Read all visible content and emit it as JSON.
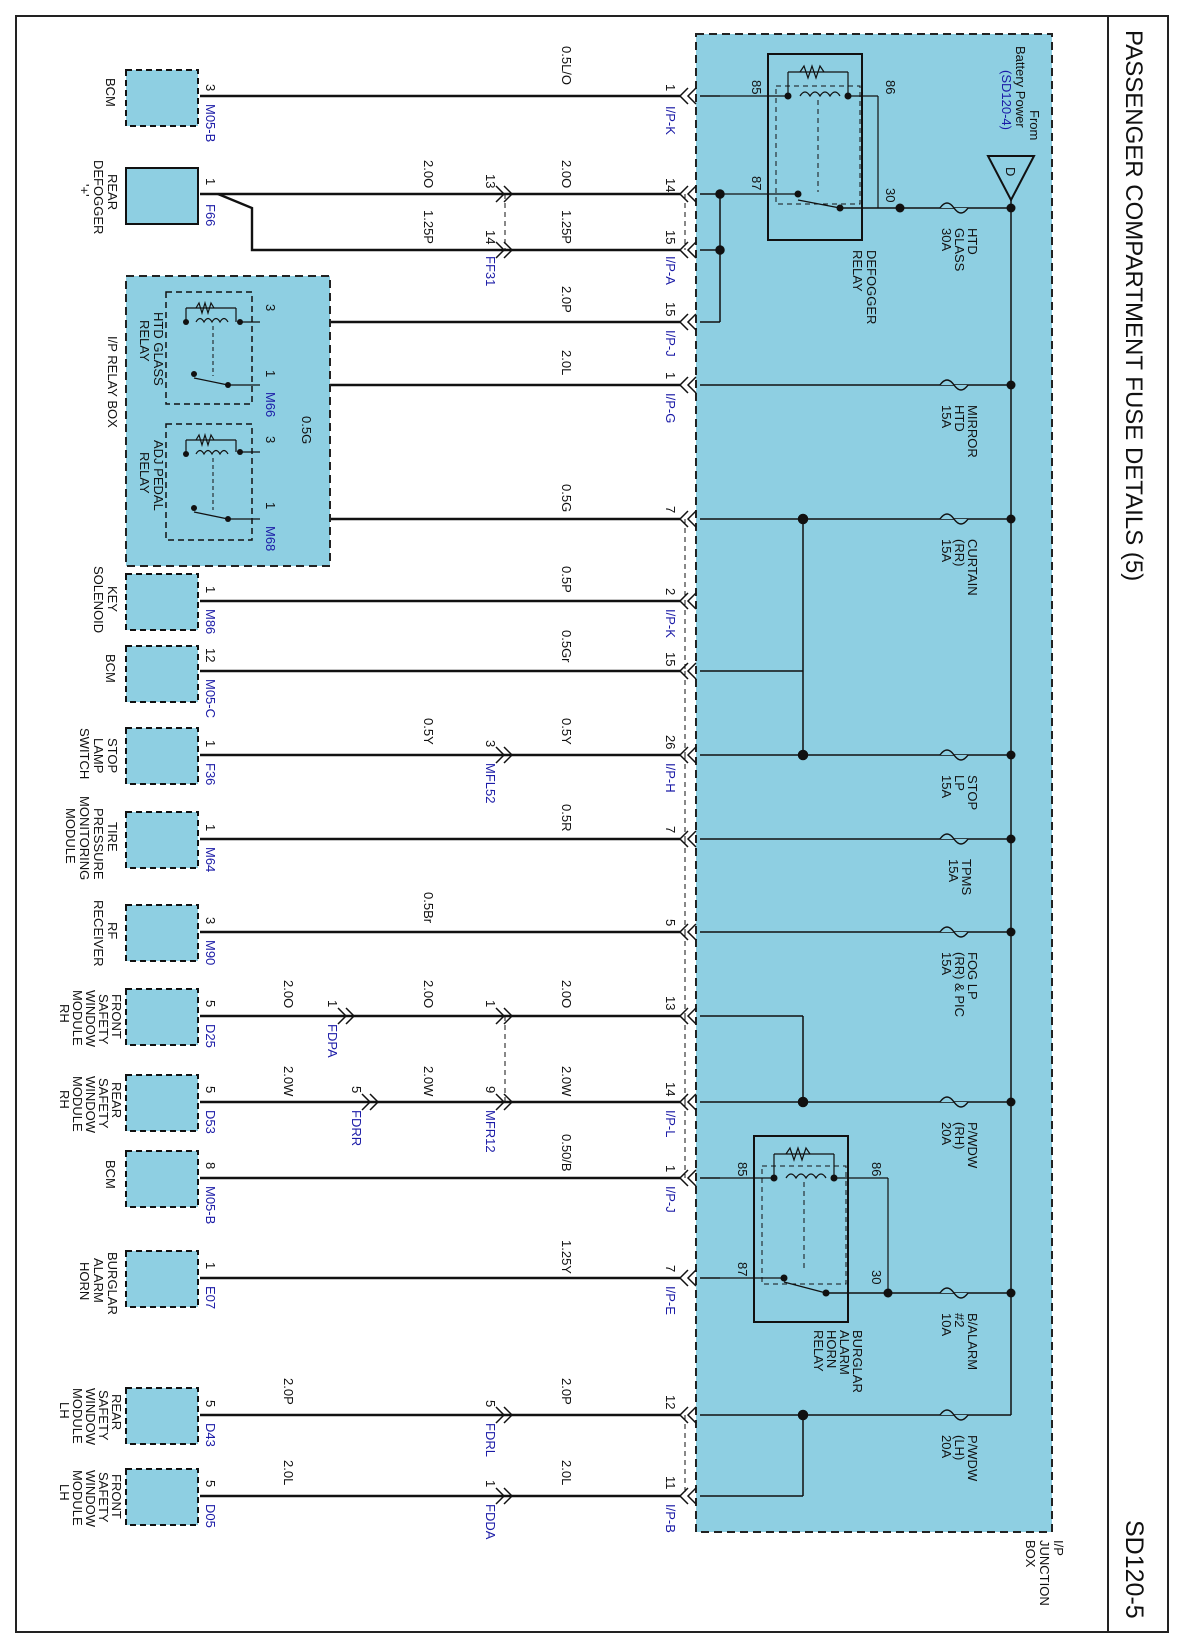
{
  "title": "PASSENGER COMPARTMENT FUSE DETAILS (5)",
  "diagram_code": "SD120-5",
  "junction_box_label": [
    "I/P",
    "JUNCTION",
    "BOX"
  ],
  "relay_box_label": "I/P RELAY BOX",
  "power_source": {
    "letter": "D",
    "lines": [
      "From",
      "Battery Power"
    ],
    "ref": "(SD120-4)"
  },
  "fuses": [
    {
      "lines": [
        "HTD",
        "GLASS",
        "30A"
      ]
    },
    {
      "lines": [
        "MIRROR",
        "HTD",
        "15A"
      ]
    },
    {
      "lines": [
        "CURTAIN",
        "(RR)",
        "15A"
      ]
    },
    {
      "lines": [
        "STOP",
        "LP",
        "15A"
      ]
    },
    {
      "lines": [
        "TPMS",
        "15A"
      ]
    },
    {
      "lines": [
        "FOG LP",
        "(RR) & PIC",
        "15A"
      ]
    },
    {
      "lines": [
        "P/WDW",
        "(RH)",
        "20A"
      ]
    },
    {
      "lines": [
        "B/ALARM",
        "#2",
        "10A"
      ]
    },
    {
      "lines": [
        "P/WDW",
        "(LH)",
        "20A"
      ]
    }
  ],
  "relays": {
    "defogger": {
      "lines": [
        "DEFOGGER",
        "RELAY"
      ],
      "pins": [
        "85",
        "86",
        "87",
        "30"
      ]
    },
    "burglar_horn": {
      "lines": [
        "BURGLAR",
        "ALARM",
        "HORN",
        "RELAY"
      ],
      "pins": [
        "85",
        "86",
        "87",
        "30"
      ]
    },
    "htd_glass": {
      "lines": [
        "HTD GLASS",
        "RELAY"
      ]
    },
    "adj_pedal": {
      "lines": [
        "ADJ PEDAL",
        "RELAY"
      ]
    }
  },
  "connectors": {
    "ipk": "I/P-K",
    "ipa": "I/P-A",
    "ipj": "I/P-J",
    "ipg": "I/P-G",
    "ipk2": "I/P-K",
    "iph": "I/P-H",
    "ipl": "I/P-L",
    "ipj2": "I/P-J",
    "ipe": "I/P-E",
    "ipb": "I/P-B",
    "ff31": "FF31",
    "mfl52": "MFL52",
    "fdpa": "FDPA",
    "mfr12": "MFR12",
    "fdrr": "FDRR",
    "fdrl": "FDRL",
    "fdda": "FDDA",
    "m05b": "M05-B",
    "f66": "F66",
    "m66": "M66",
    "m68": "M68",
    "m86": "M86",
    "m05c": "M05-C",
    "f36": "F36",
    "m64": "M64",
    "m90": "M90",
    "d25": "D25",
    "d53": "D53",
    "m05b2": "M05-B",
    "e07": "E07",
    "d43": "D43",
    "d05": "D05"
  },
  "wires": {
    "w1": "0.5L/O",
    "w2a": "2.0O",
    "w2b": "2.0O",
    "w3a": "1.25P",
    "w3b": "1.25P",
    "w4": "2.0P",
    "w5": "2.0L",
    "w6": "0.5G",
    "w7": "0.5G",
    "w8": "0.5P",
    "w9": "0.5Gr",
    "w10a": "0.5Y",
    "w10b": "0.5Y",
    "w11": "0.5R",
    "w12": "0.5Br",
    "w13a": "2.0O",
    "w13b": "2.0O",
    "w13c": "2.0O",
    "w14a": "2.0W",
    "w14b": "2.0W",
    "w14c": "2.0W",
    "w15": "0.50/B",
    "w16": "1.25Y",
    "w17a": "2.0P",
    "w17b": "2.0P",
    "w18a": "2.0L",
    "w18b": "2.0L"
  },
  "pins": {
    "ipk_1": "1",
    "ipa_14": "14",
    "ipa_15": "15",
    "ipj_15": "15",
    "ipg_1": "1",
    "r7": "7",
    "ipk2_2": "2",
    "ipk2_15": "15",
    "iph_26": "26",
    "r7b": "7",
    "r5": "5",
    "r13": "13",
    "ipl_14": "14",
    "ipj2_1": "1",
    "ipe_7": "7",
    "r12": "12",
    "ipb_11": "11",
    "ff31_13": "13",
    "ff31_14": "14",
    "mfl52_3": "3",
    "fdpa_1": "1",
    "mfr12_1": "1",
    "mfr12_9": "9",
    "fdrr_5": "5",
    "fdrl_5": "5",
    "fdda_1": "1",
    "bcm_3": "3",
    "def_1": "1",
    "hr_3": "3",
    "hr_1": "1",
    "ap_3": "3",
    "ap_1": "1",
    "key_1": "1",
    "bcm_12": "12",
    "stop_1": "1",
    "tire_1": "1",
    "rf_3": "3",
    "fs_rh_5": "5",
    "rs_rh_5": "5",
    "bcm_8": "8",
    "burg_1": "1",
    "rs_lh_5": "5",
    "fs_lh_5": "5"
  },
  "components": [
    {
      "lines": [
        "BCM"
      ]
    },
    {
      "lines": [
        "REAR",
        "DEFOGGER",
        "'+'"
      ]
    },
    {
      "lines": [
        "KEY",
        "SOLENOID"
      ]
    },
    {
      "lines": [
        "BCM"
      ]
    },
    {
      "lines": [
        "STOP",
        "LAMP",
        "SWITCH"
      ]
    },
    {
      "lines": [
        "TIRE",
        "PRESSURE",
        "MONITORING",
        "MODULE"
      ]
    },
    {
      "lines": [
        "RF",
        "RECEIVER"
      ]
    },
    {
      "lines": [
        "FRONT",
        "SAFETY",
        "WINDOW",
        "MODULE",
        "RH"
      ]
    },
    {
      "lines": [
        "REAR",
        "SAFETY",
        "WINDOW",
        "MODULE",
        "RH"
      ]
    },
    {
      "lines": [
        "BCM"
      ]
    },
    {
      "lines": [
        "BURGLAR",
        "ALARM",
        "HORN"
      ]
    },
    {
      "lines": [
        "REAR",
        "SAFETY",
        "WINDOW",
        "MODULE",
        "LH"
      ]
    },
    {
      "lines": [
        "FRONT",
        "SAFETY",
        "WINDOW",
        "MODULE",
        "LH"
      ]
    }
  ],
  "colors": {
    "box_fill": "#8ecfe2",
    "wire": "#111111",
    "connector_text": "#1a1aa6"
  }
}
